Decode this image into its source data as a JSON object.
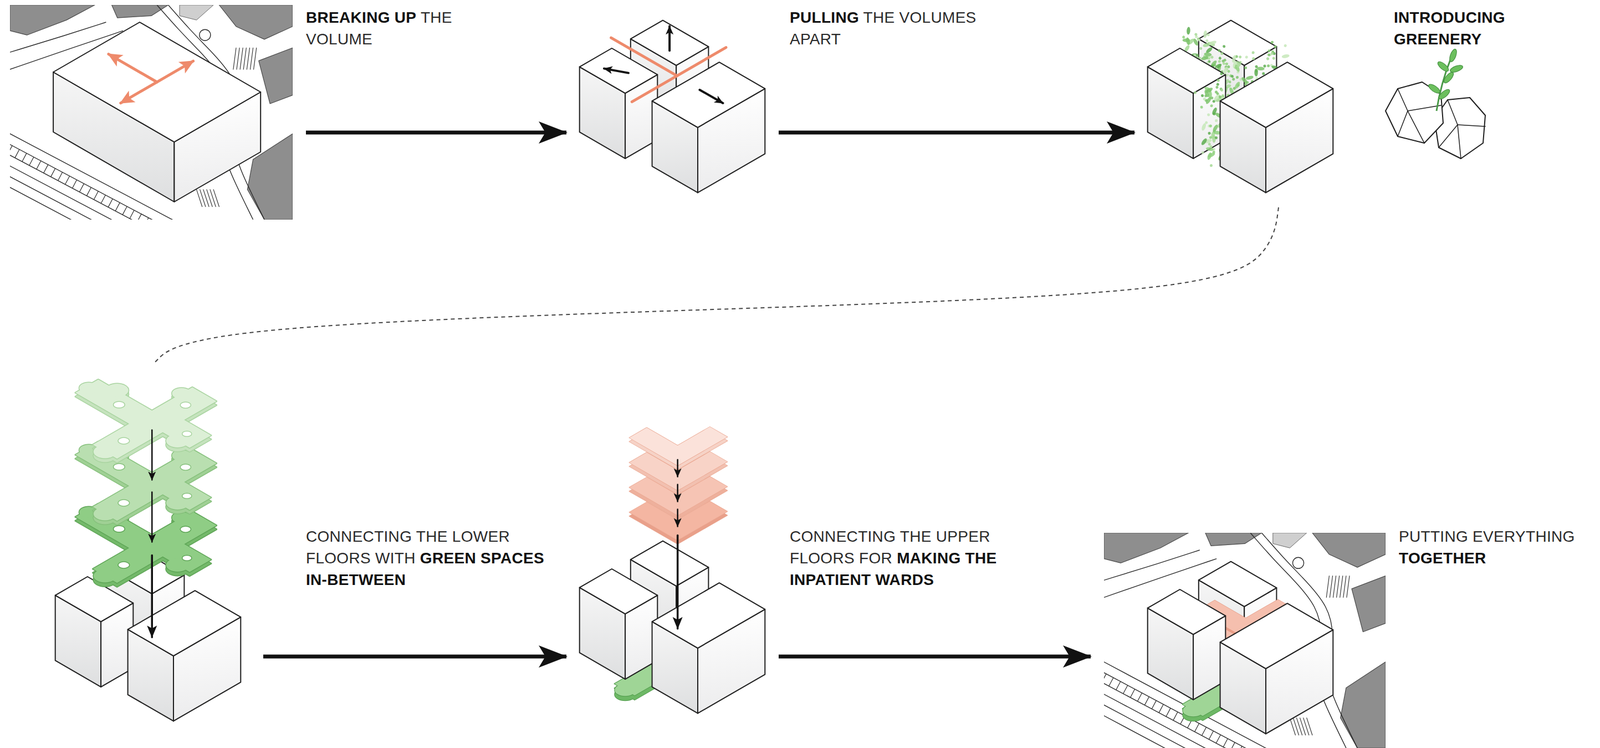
{
  "diagram": {
    "nodes": [
      {
        "text": [
          "BREAKING UP THE VOLUME"
        ]
      },
      {
        "text": [
          "PULLING THE VOLUMES APART"
        ]
      },
      {
        "text": [
          "INTRODUCING GREENERY"
        ]
      },
      {
        "text": [
          "CONNECTING THE LOWER FLOORS WITH GREEN SPACES IN-BETWEEN"
        ]
      },
      {
        "text": [
          "CONNECTING THE UPPER FLOORS FOR MAKING THE INPATIENT WARDS"
        ]
      },
      {
        "text": [
          "PUTTING EVERYTHING TOGETHER"
        ]
      }
    ],
    "edges": [
      {
        "from": 0,
        "to": 1,
        "arrow": "to"
      },
      {
        "from": 1,
        "to": 2,
        "arrow": "to"
      },
      {
        "from": 2,
        "to": 3,
        "arrow": "none"
      },
      {
        "from": 3,
        "to": 4,
        "arrow": "to"
      },
      {
        "from": 4,
        "to": 5,
        "arrow": "to"
      }
    ]
  }
}
